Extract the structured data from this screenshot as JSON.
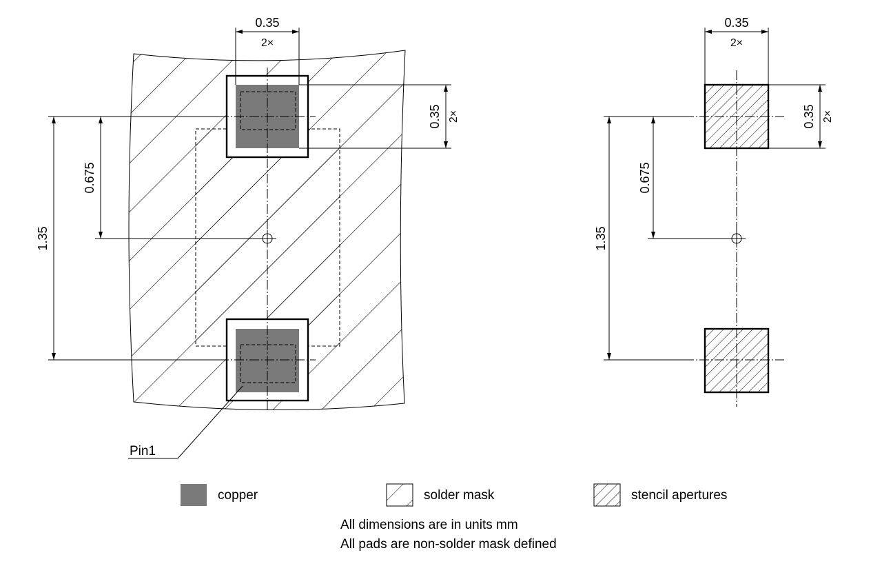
{
  "left_view": {
    "pad_width": "0.35",
    "pad_width_count": "2×",
    "pad_height": "0.35",
    "pad_height_count": "2×",
    "half_pitch": "0.675",
    "pitch": "1.35",
    "pin_label": "Pin1"
  },
  "right_view": {
    "pad_width": "0.35",
    "pad_width_count": "2×",
    "pad_height": "0.35",
    "pad_height_count": "2×",
    "half_pitch": "0.675",
    "pitch": "1.35"
  },
  "legend": {
    "copper": "copper",
    "solder_mask": "solder mask",
    "stencil": "stencil apertures"
  },
  "notes": {
    "line1": "All dimensions are in units mm",
    "line2": "All pads are non-solder mask defined"
  },
  "colors": {
    "copper": "#7a7a7a",
    "line": "#000000"
  }
}
